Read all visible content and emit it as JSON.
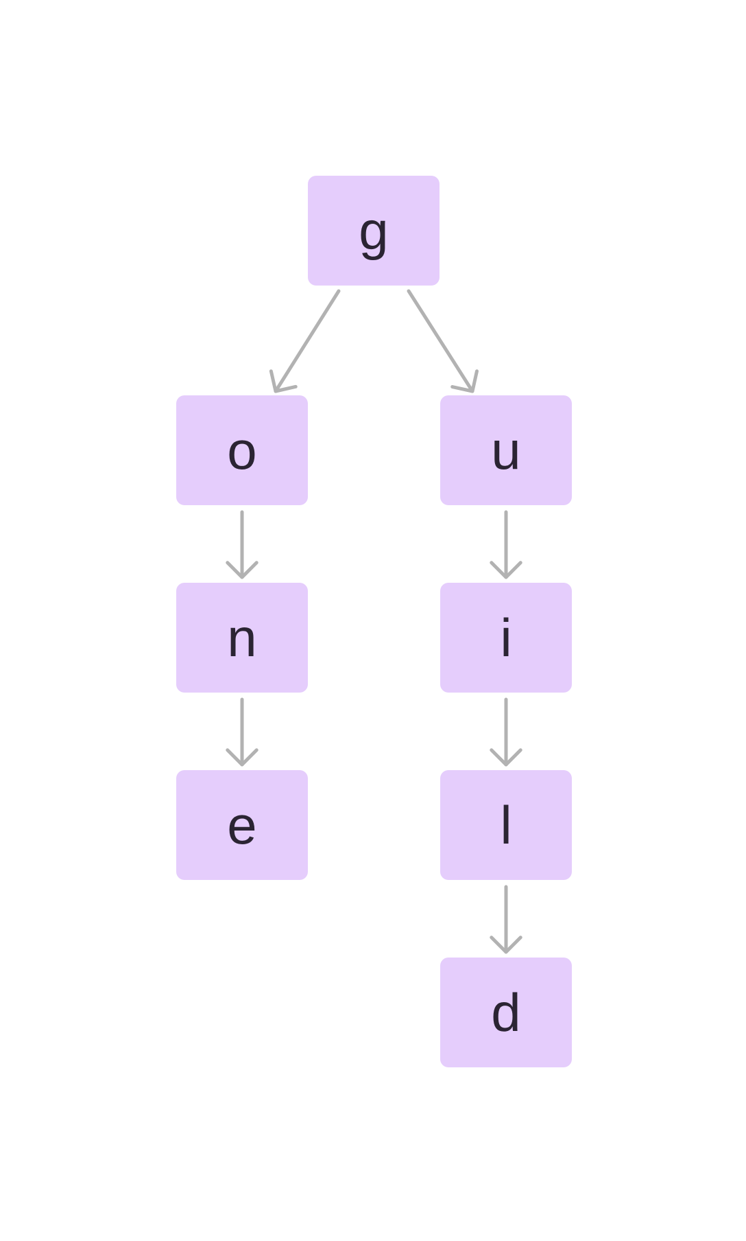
{
  "colors": {
    "node_fill": "#e5cdfc",
    "node_text": "#2b2433",
    "edge": "#b2b2b2",
    "background": "#ffffff"
  },
  "nodes": [
    {
      "id": "g",
      "label": "g"
    },
    {
      "id": "o",
      "label": "o"
    },
    {
      "id": "u",
      "label": "u"
    },
    {
      "id": "n",
      "label": "n"
    },
    {
      "id": "i",
      "label": "i"
    },
    {
      "id": "e",
      "label": "e"
    },
    {
      "id": "l",
      "label": "l"
    },
    {
      "id": "d",
      "label": "d"
    }
  ],
  "edges": [
    {
      "from": "g",
      "to": "o"
    },
    {
      "from": "g",
      "to": "u"
    },
    {
      "from": "o",
      "to": "n"
    },
    {
      "from": "n",
      "to": "e"
    },
    {
      "from": "u",
      "to": "i"
    },
    {
      "from": "i",
      "to": "l"
    },
    {
      "from": "l",
      "to": "d"
    }
  ]
}
